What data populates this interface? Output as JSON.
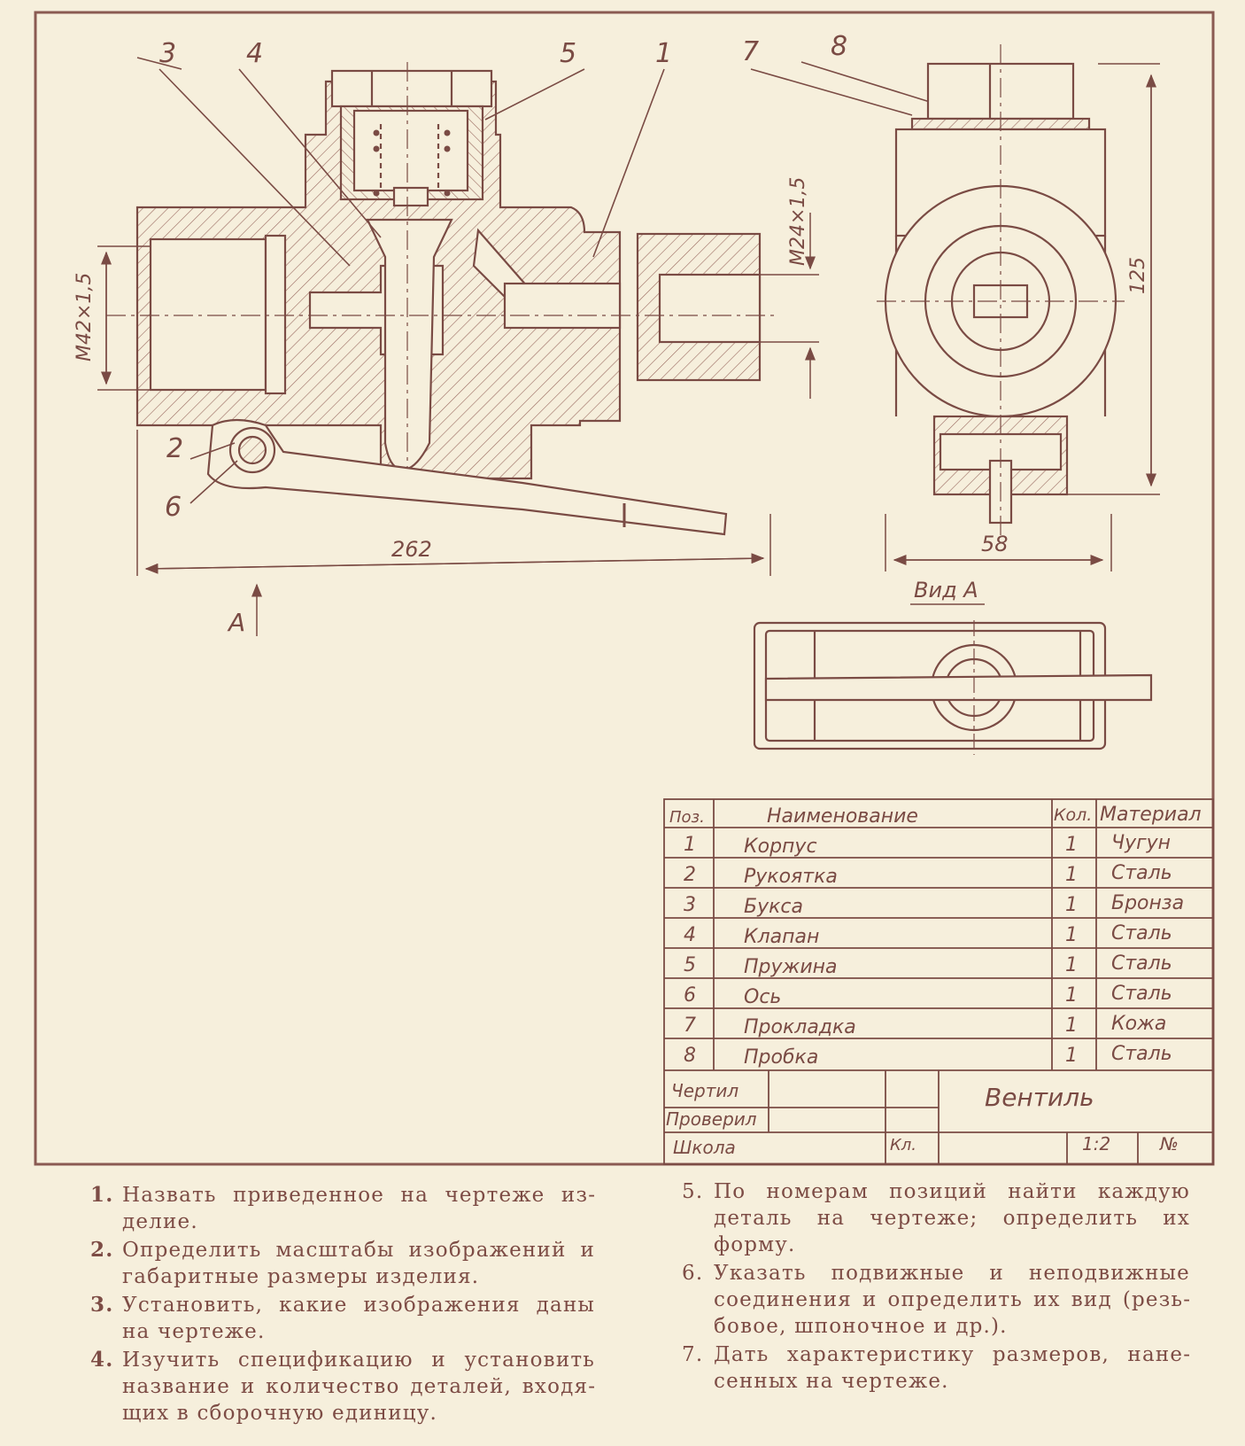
{
  "drawing": {
    "callouts": [
      "3",
      "4",
      "5",
      "1",
      "7",
      "8",
      "2",
      "6"
    ],
    "thread_left": "M42×1,5",
    "thread_right": "M24×1,5",
    "dim_length": "262",
    "dim_height": "125",
    "dim_width": "58",
    "view_arrow_label": "A",
    "view_a_label": "Вид А"
  },
  "spec": {
    "headers": {
      "pos": "Поз.",
      "name": "Наименование",
      "qty": "Кол.",
      "material": "Материал"
    },
    "rows": [
      {
        "pos": "1",
        "name": "Корпус",
        "qty": "1",
        "material": "Чугун"
      },
      {
        "pos": "2",
        "name": "Рукоятка",
        "qty": "1",
        "material": "Сталь"
      },
      {
        "pos": "3",
        "name": "Букса",
        "qty": "1",
        "material": "Бронза"
      },
      {
        "pos": "4",
        "name": "Клапан",
        "qty": "1",
        "material": "Сталь"
      },
      {
        "pos": "5",
        "name": "Пружина",
        "qty": "1",
        "material": "Сталь"
      },
      {
        "pos": "6",
        "name": "Ось",
        "qty": "1",
        "material": "Сталь"
      },
      {
        "pos": "7",
        "name": "Прокладка",
        "qty": "1",
        "material": "Кожа"
      },
      {
        "pos": "8",
        "name": "Пробка",
        "qty": "1",
        "material": "Сталь"
      }
    ]
  },
  "title_block": {
    "drew": "Чертил",
    "checked": "Проверил",
    "school": "Школа",
    "class": "Кл.",
    "title": "Вентиль",
    "scale": "1:2",
    "number": "№"
  },
  "tasks_left": [
    {
      "num": "1.",
      "text": "Назвать приведенное на чертеже из­делие."
    },
    {
      "num": "2.",
      "text": "Определить масштабы изображений и габаритные размеры изделия."
    },
    {
      "num": "3.",
      "text": "Установить, какие изображения даны на чертеже."
    },
    {
      "num": "4.",
      "text": "Изучить спецификацию и установить название и количество деталей, входя­щих в сборочную единицу."
    }
  ],
  "tasks_right": [
    {
      "num": "5.",
      "text": "По номерам позиций найти каждую деталь на чертеже; определить их форму."
    },
    {
      "num": "6.",
      "text": "Указать подвижные и неподвижные соединения и определить их вид (резь­бовое, шпоночное и др.)."
    },
    {
      "num": "7.",
      "text": "Дать характеристику размеров, нане­сенных на чертеже."
    }
  ]
}
